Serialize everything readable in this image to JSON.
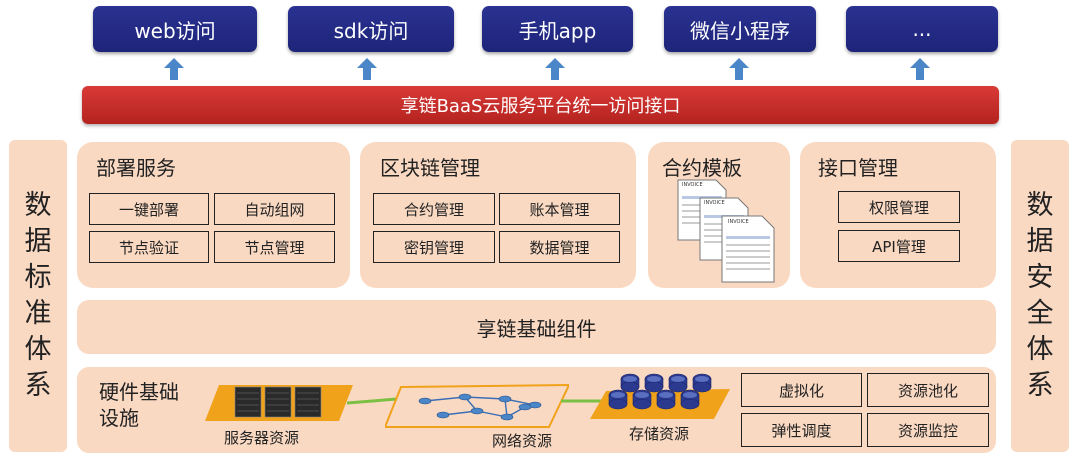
{
  "access": [
    "web访问",
    "sdk访问",
    "手机app",
    "微信小程序",
    "..."
  ],
  "gateway": "享链BaaS云服务平台统一访问接口",
  "left_pillar": [
    "数",
    "据",
    "标",
    "准",
    "体",
    "系"
  ],
  "right_pillar": [
    "数",
    "据",
    "安",
    "全",
    "体",
    "系"
  ],
  "deploy": {
    "title": "部署服务",
    "items": [
      "一键部署",
      "自动组网",
      "节点验证",
      "节点管理"
    ]
  },
  "blockchain": {
    "title": "区块链管理",
    "items": [
      "合约管理",
      "账本管理",
      "密钥管理",
      "数据管理"
    ]
  },
  "contract": {
    "title": "合约模板",
    "doc_header": "INVOICE"
  },
  "interface": {
    "title": "接口管理",
    "items": [
      "权限管理",
      "API管理"
    ]
  },
  "infra": "享链基础组件",
  "hardware": {
    "title_line1": "硬件基础",
    "title_line2": "设施",
    "server": "服务器资源",
    "network": "网络资源",
    "storage": "存储资源",
    "features": [
      "虚拟化",
      "资源池化",
      "弹性调度",
      "资源监控"
    ]
  },
  "colors": {
    "access_fill": "#23298a",
    "gateway_fill": "#c62c28",
    "panel_fill": "#fad9c3",
    "arrow": "#4a86c8",
    "platform": "#f0a21a",
    "storage_disk": "#2b3a8f",
    "link": "#7bc043"
  }
}
